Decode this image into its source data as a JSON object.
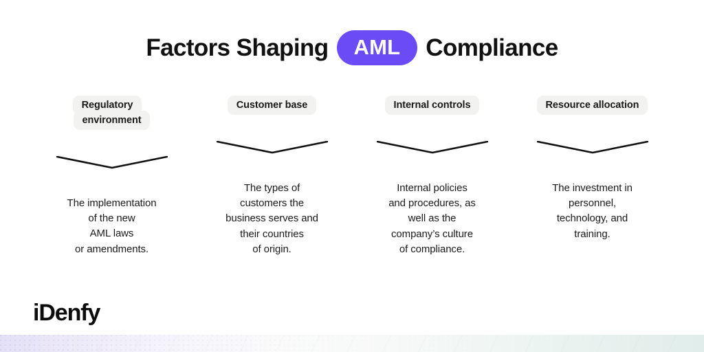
{
  "header": {
    "title_part1": "Factors Shaping",
    "badge_label": "AML",
    "title_part2": "Compliance",
    "badge_color": "#6B4BF5"
  },
  "colors": {
    "background": "#FFFFFF",
    "text": "#1A1A1A",
    "chip_background": "#F2F2F1",
    "accent_purple": "#6B4BF5",
    "strip_left": "#E4E0F6",
    "strip_right": "#E1EDEA"
  },
  "columns": [
    {
      "chip_label": "Regulatory\nenvironment",
      "description": "The implementation\nof the new\nAML laws\nor amendments."
    },
    {
      "chip_label": "Customer\nbase",
      "description": "The types of\ncustomers the\nbusiness serves and\ntheir countries\nof origin."
    },
    {
      "chip_label": "Internal\ncontrols",
      "description": "Internal policies\nand procedures, as\nwell as the\ncompany’s culture\nof compliance."
    },
    {
      "chip_label": "Resource\nallocation",
      "description": "The investment in\npersonnel,\ntechnology, and\ntraining."
    }
  ],
  "footer": {
    "logo_text": "iDenfy"
  }
}
